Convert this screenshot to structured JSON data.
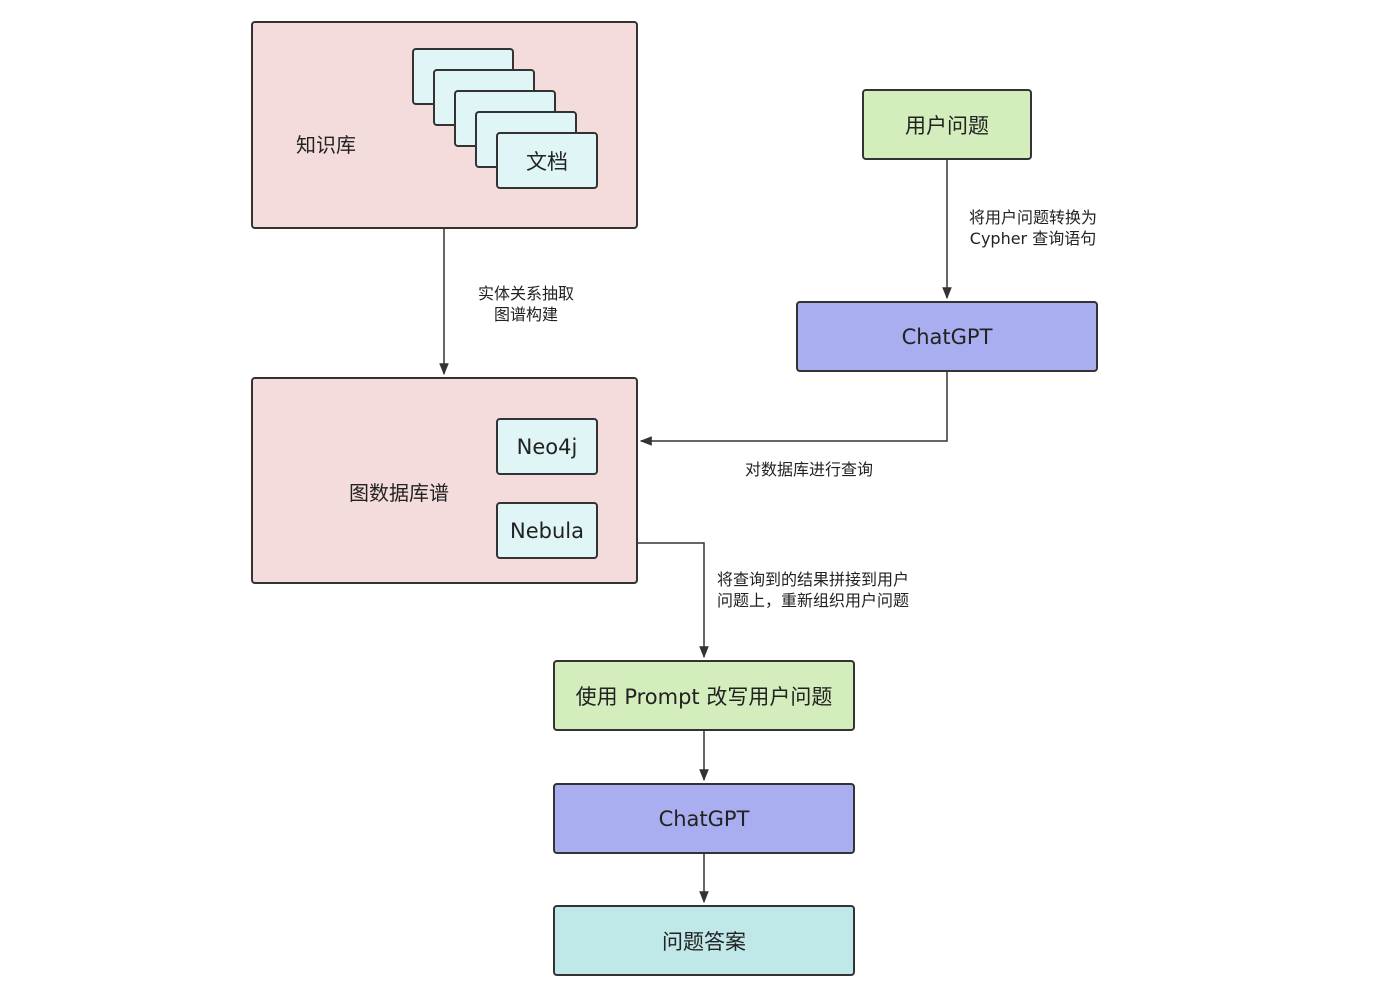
{
  "colors": {
    "container_fill": "#f4dcdc",
    "inner_fill": "#dff5f6",
    "green_fill": "#d4edbc",
    "purple_fill": "#a9aef0",
    "teal_fill": "#c0e8e8",
    "stroke": "#333333"
  },
  "knowledge_base": {
    "title": "知识库",
    "documents_label": "文档"
  },
  "graph_db": {
    "title": "图数据库谱",
    "engines": [
      "Neo4j",
      "Nebula"
    ]
  },
  "user_question": "用户问题",
  "chatgpt_top": "ChatGPT",
  "rewrite_prompt": "使用 Prompt 改写用户问题",
  "chatgpt_bottom": "ChatGPT",
  "answer": "问题答案",
  "edges": {
    "extract": [
      "实体关系抽取",
      "图谱构建"
    ],
    "convert": [
      "将用户问题转换为",
      "Cypher 查询语句"
    ],
    "query": "对数据库进行查询",
    "merge": [
      "将查询到的结果拼接到用户",
      "问题上，重新组织用户问题"
    ]
  }
}
